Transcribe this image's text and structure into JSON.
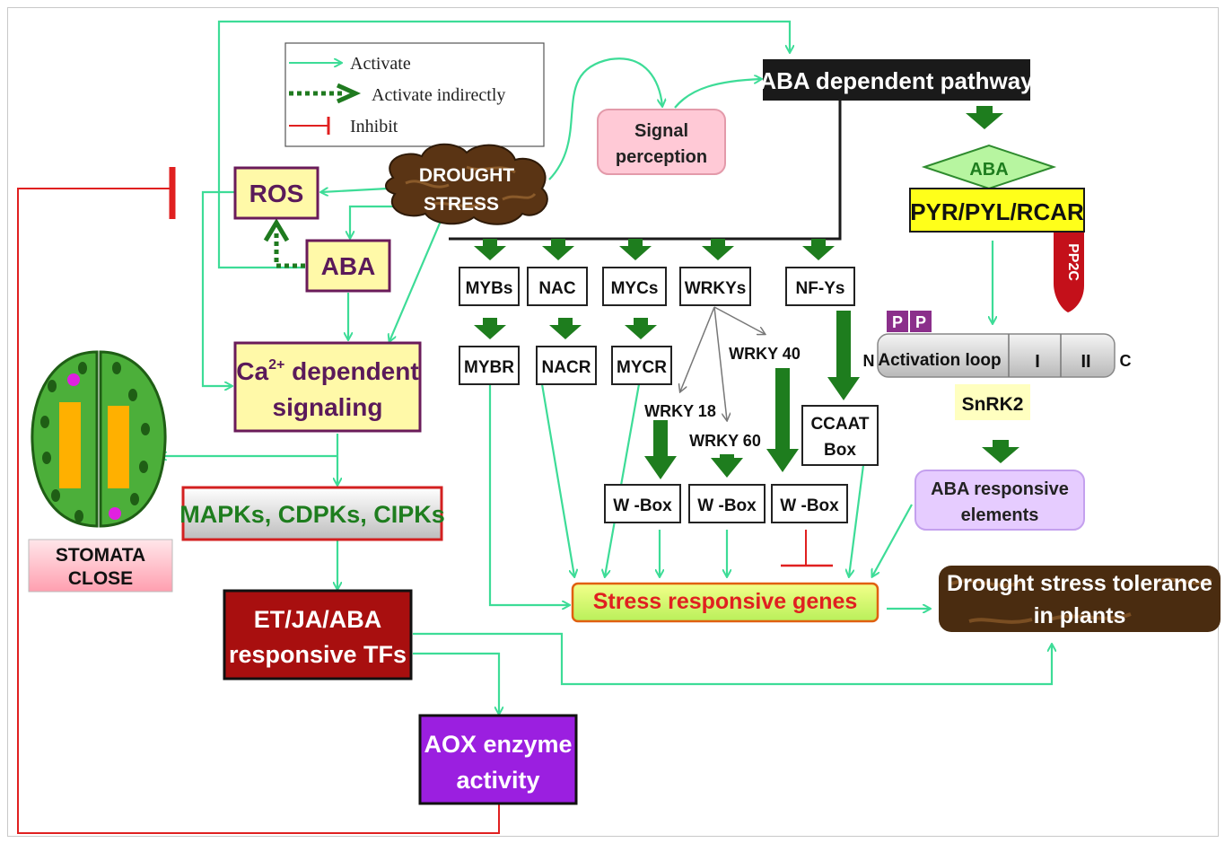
{
  "legend": {
    "activate": "Activate",
    "activate_indirectly": "Activate indirectly",
    "inhibit": "Inhibit"
  },
  "nodes": {
    "aba_pathway": "ABA dependent pathway",
    "signal_line1": "Signal",
    "signal_line2": "perception",
    "drought_line1": "DROUGHT",
    "drought_line2": "STRESS",
    "ros": "ROS",
    "aba_box": "ABA",
    "ca_base": "Ca",
    "ca_sup": "2+",
    "ca_rest": " dependent",
    "ca_line2": "signaling",
    "mapks": "MAPKs, CDPKs, CIPKs",
    "tfs_line1": "ET/JA/ABA",
    "tfs_line2": "responsive TFs",
    "aox_line1": "AOX enzyme",
    "aox_line2": "activity",
    "stomata_line1": "STOMATA",
    "stomata_line2": "CLOSE",
    "stress_genes": "Stress responsive genes",
    "tolerance_line1": "Drought stress tolerance",
    "tolerance_line2": "in plants",
    "aba_diamond": "ABA",
    "pyr": "PYR/PYL/RCAR",
    "pp2c": "PP2C",
    "p1": "P",
    "p2": "P",
    "n_label": "N",
    "c_label": "C",
    "activation_loop": "Activation loop",
    "seg_i": "I",
    "seg_ii": "II",
    "snrk2": "SnRK2",
    "are_line1": "ABA responsive",
    "are_line2": "elements"
  },
  "tfs": [
    "MYBs",
    "NAC",
    "MYCs",
    "WRKYs",
    "NF-Ys"
  ],
  "targets": [
    "MYBR",
    "NACR",
    "MYCR"
  ],
  "wrky_labels": [
    "WRKY 18",
    "WRKY 60",
    "WRKY 40"
  ],
  "wboxes": [
    "W -Box",
    "W -Box",
    "W -Box"
  ],
  "ccaat_line1": "CCAAT",
  "ccaat_line2": "Box",
  "colors": {
    "activate": "#3ddc97",
    "inhibit": "#e02020",
    "indirect": "#1f7a1f",
    "thick_arrow": "#1e7d1e",
    "dark_box": "#1a1a1a",
    "yellow_fill": "#fff9a8",
    "purple_border": "#6a1b5a",
    "tfs_fill": "#a80f0f",
    "aox_fill": "#9b1fe0",
    "pink_fill": "#ffc9d6",
    "lavender_fill": "#e6ccff",
    "stomata_green": "#4caf3a",
    "pyr_fill": "#ffff1a",
    "pp2c_fill": "#c4101a",
    "p_fill": "#8b2f8b",
    "snrk2_fill": "#ffffc0"
  }
}
